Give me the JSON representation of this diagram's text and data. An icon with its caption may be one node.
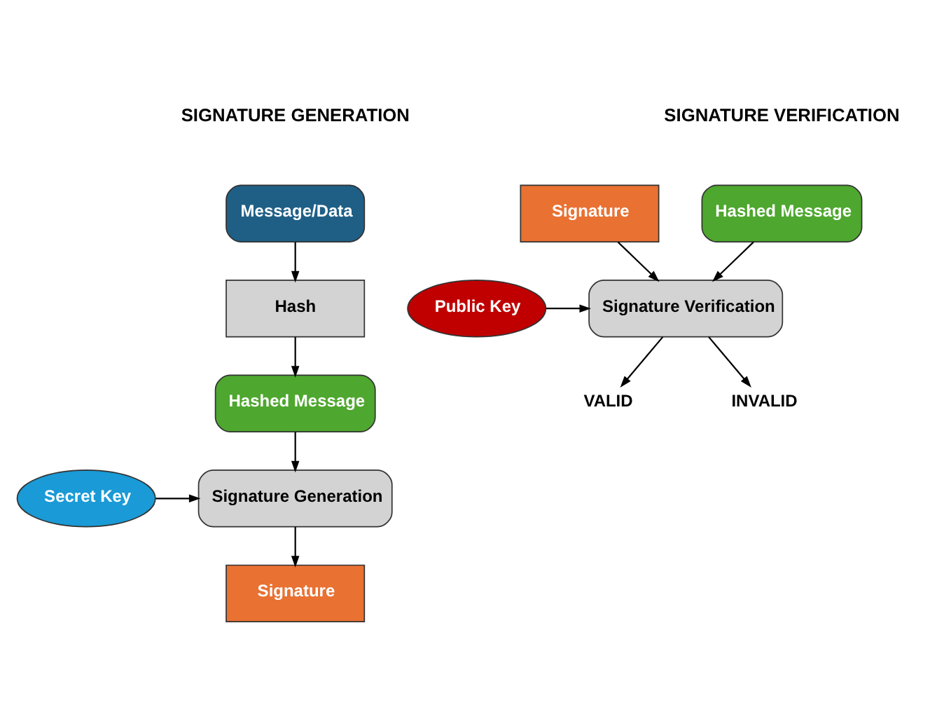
{
  "diagram": {
    "nodes": [
      {
        "text": [
          "Message/Data"
        ]
      },
      {
        "text": [
          "Hash"
        ]
      },
      {
        "text": [
          "Hashed Message"
        ]
      },
      {
        "text": [
          "Secret Key"
        ]
      },
      {
        "text": [
          "Signature Generation"
        ]
      },
      {
        "text": [
          "Signature"
        ]
      },
      {
        "text": [
          "Hashed Message"
        ]
      },
      {
        "text": [
          "Signature"
        ]
      },
      {
        "text": [
          "Signature Verification"
        ]
      },
      {
        "text": [
          "Public Key"
        ]
      },
      {
        "text": [
          "VALID"
        ]
      },
      {
        "text": [
          "INVALID"
        ]
      }
    ],
    "edges": [
      {
        "from": 0,
        "to": 1,
        "arrow": "to"
      },
      {
        "from": 1,
        "to": 2,
        "arrow": "to"
      },
      {
        "from": 2,
        "to": 4,
        "arrow": "to"
      },
      {
        "from": 3,
        "to": 4,
        "arrow": "to"
      },
      {
        "from": 4,
        "to": 5,
        "arrow": "to"
      },
      {
        "from": 6,
        "to": 8,
        "arrow": "to"
      },
      {
        "from": 7,
        "to": 8,
        "arrow": "to"
      },
      {
        "from": 9,
        "to": 8,
        "arrow": "to"
      },
      {
        "from": 8,
        "to": 10,
        "arrow": "to"
      },
      {
        "from": 8,
        "to": 11,
        "arrow": "to"
      }
    ],
    "labels": [
      "SIGNATURE GENERATION",
      "SIGNATURE VERIFICATION"
    ]
  }
}
